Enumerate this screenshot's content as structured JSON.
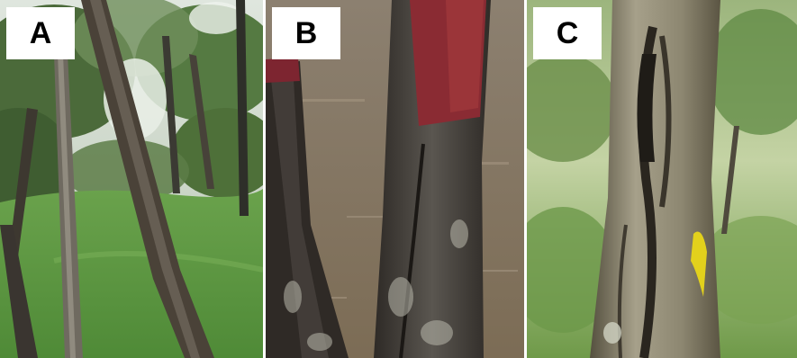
{
  "figure": {
    "panels": [
      {
        "label": "A"
      },
      {
        "label": "B"
      },
      {
        "label": "C"
      }
    ]
  },
  "colors": {
    "background": "#ffffff",
    "grass": "#5f9a45",
    "bark_dark": "#3b352e",
    "bark_light": "#9a9587",
    "red_paint": "#8e2a30",
    "yellow_mark": "#e4d21e",
    "dry_ground": "#8c7f64"
  }
}
